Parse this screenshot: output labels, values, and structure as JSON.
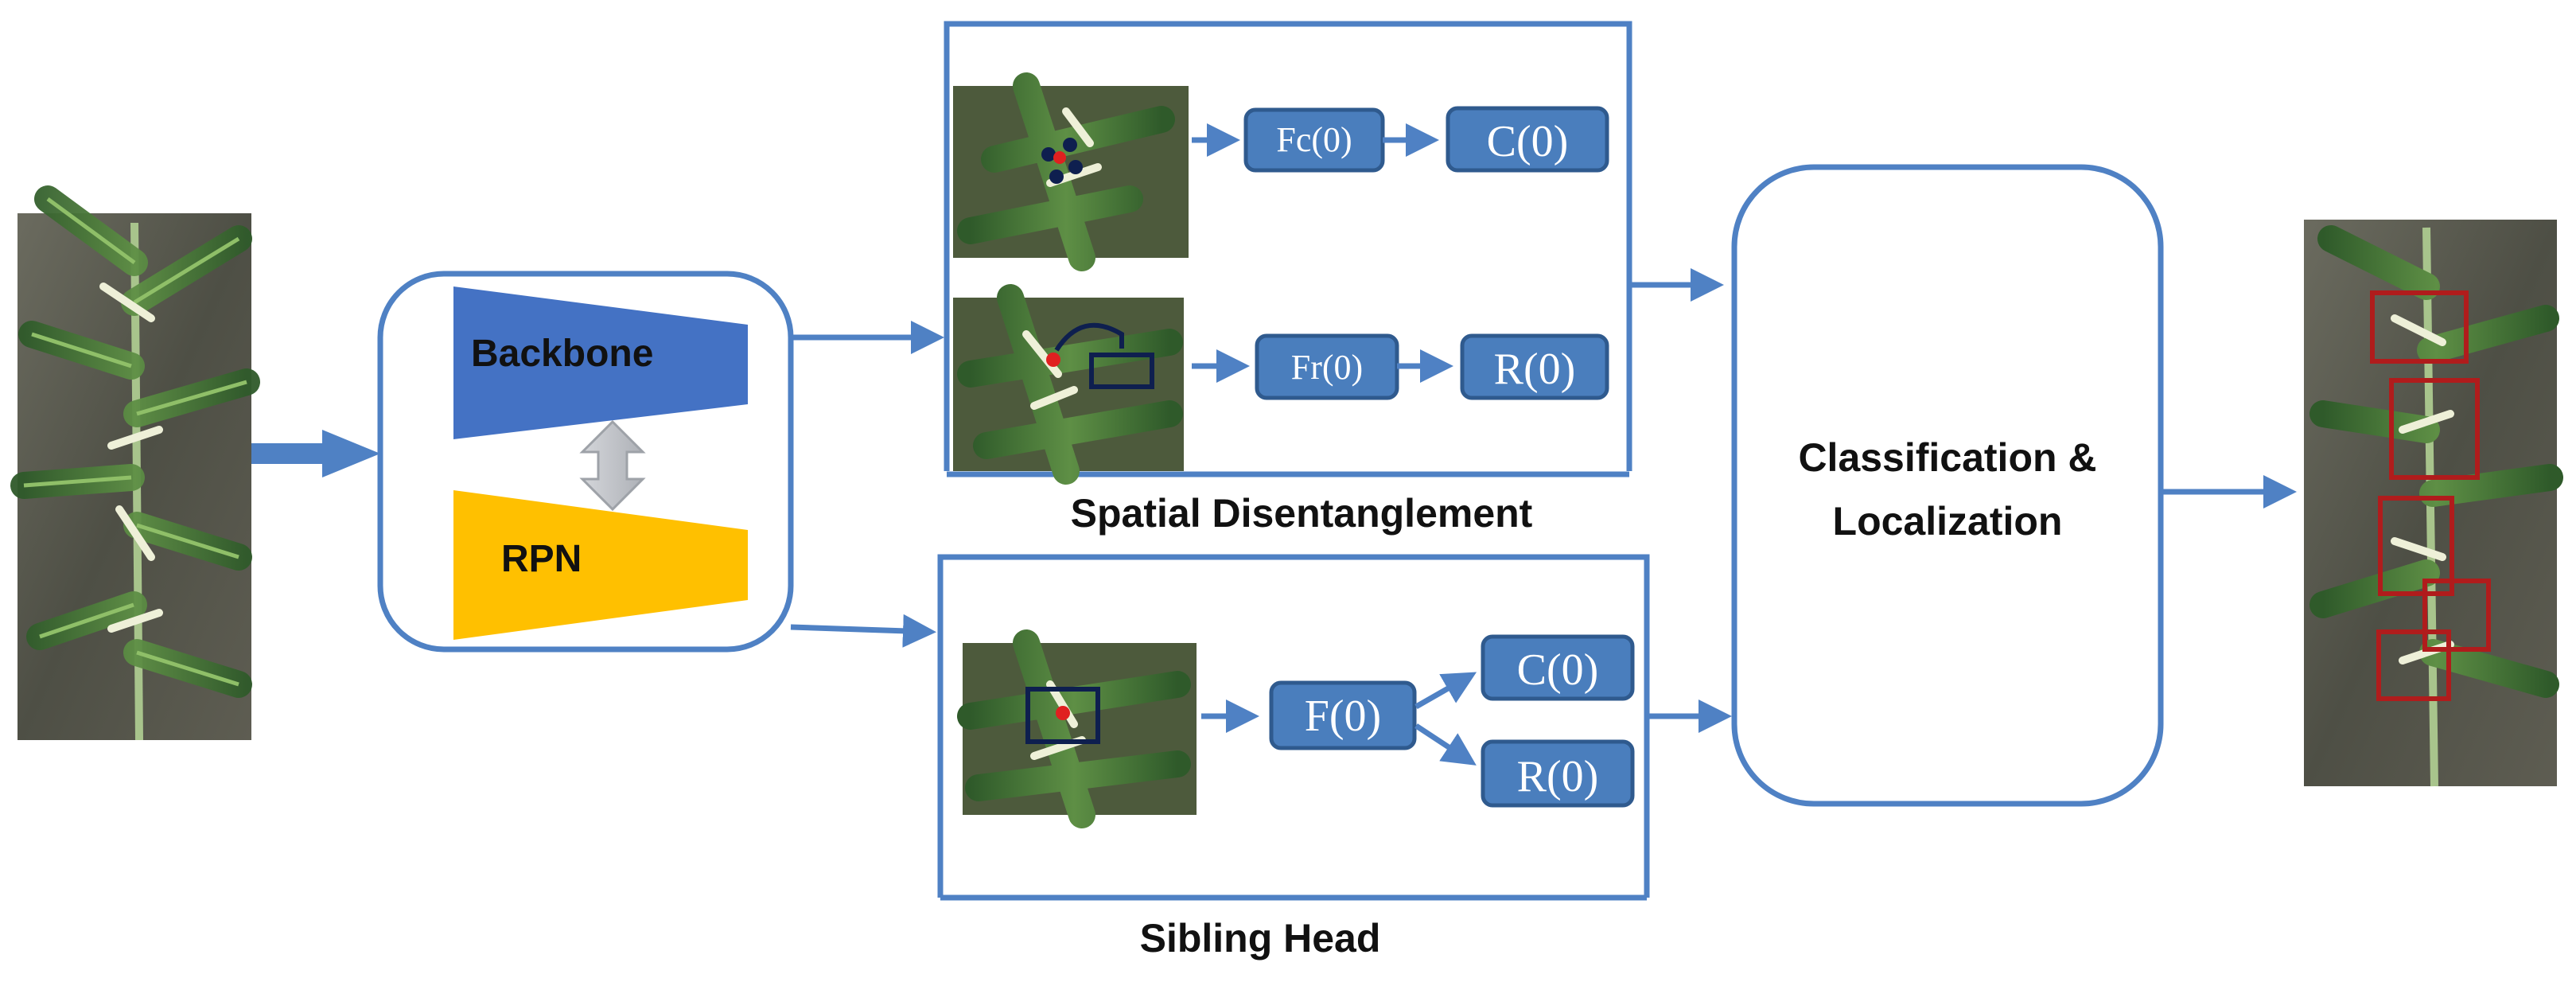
{
  "colors": {
    "accent": "#4f81c4",
    "node_fill": "#4a7ebd",
    "node_border": "#2f5a8e",
    "backbone": "#4472c4",
    "rpn": "#ffc000",
    "box_red": "#b01c1c",
    "box_navy": "#0e1f4f"
  },
  "input_image": {
    "icon": "corn-plant-photo-icon"
  },
  "output_image": {
    "icon": "corn-plant-detections-photo-icon"
  },
  "backbone_module": {
    "backbone_label": "Backbone",
    "rpn_label": "RPN"
  },
  "spatial_disentanglement": {
    "title": "Spatial Disentanglement",
    "classification_branch": {
      "feature": "Fc(0)",
      "output": "C(0)"
    },
    "regression_branch": {
      "feature": "Fr(0)",
      "output": "R(0)"
    }
  },
  "sibling_head": {
    "title": "Sibling Head",
    "feature": "F(0)",
    "class_output": "C(0)",
    "reg_output": "R(0)"
  },
  "final_block": {
    "line1": "Classification &",
    "line2": "Localization"
  }
}
